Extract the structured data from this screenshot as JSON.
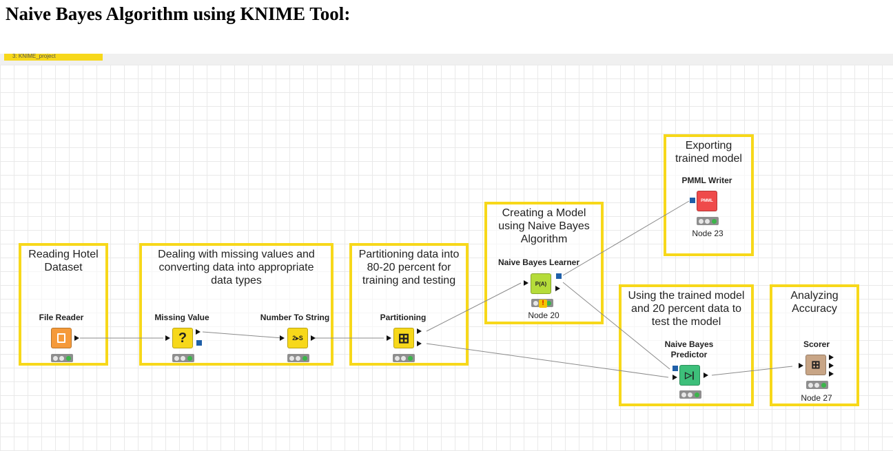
{
  "document": {
    "title": "Naive Bayes Algorithm using KNIME Tool:"
  },
  "tab": {
    "label": "3: KNIME_project"
  },
  "annotations": [
    {
      "text": "Reading Hotel\nDataset"
    },
    {
      "text": "Dealing with missing values and\nconverting data into appropriate\ndata types"
    },
    {
      "text": "Partitioning data into\n80-20 percent for\ntraining and testing"
    },
    {
      "text": "Creating a Model\nusing Naive Bayes\nAlgorithm"
    },
    {
      "text": "Exporting\ntrained model"
    },
    {
      "text": "Using the trained model\nand 20 percent data to\ntest the model"
    },
    {
      "text": "Analyzing\nAccuracy"
    }
  ],
  "nodes": {
    "file_reader": {
      "label": "File Reader",
      "icon": "file-reader-icon",
      "color": "#f59a3a"
    },
    "missing_value": {
      "label": "Missing Value",
      "icon": "question-icon",
      "glyph": "?",
      "color": "#f7d81a"
    },
    "number_to_string": {
      "label": "Number To String",
      "icon": "convert-icon",
      "glyph": "2▸S",
      "color": "#f7d81a"
    },
    "partitioning": {
      "label": "Partitioning",
      "icon": "grid-icon",
      "glyph": "⊞",
      "color": "#f7d81a"
    },
    "nb_learner": {
      "label": "Naive Bayes Learner",
      "icon": "probability-icon",
      "glyph": "P(A)",
      "color": "#b5dc3a",
      "id": "Node 20"
    },
    "pmml_writer": {
      "label": "PMML Writer",
      "icon": "pmml-icon",
      "glyph": "PMML",
      "color": "#ef4a4a",
      "id": "Node 23"
    },
    "nb_predictor": {
      "label": "Naive Bayes\nPredictor",
      "icon": "predictor-icon",
      "glyph": "▷|",
      "color": "#3dbf7a"
    },
    "scorer": {
      "label": "Scorer",
      "icon": "scorer-icon",
      "glyph": "⊞",
      "color": "#c8a586",
      "id": "Node 27"
    }
  }
}
